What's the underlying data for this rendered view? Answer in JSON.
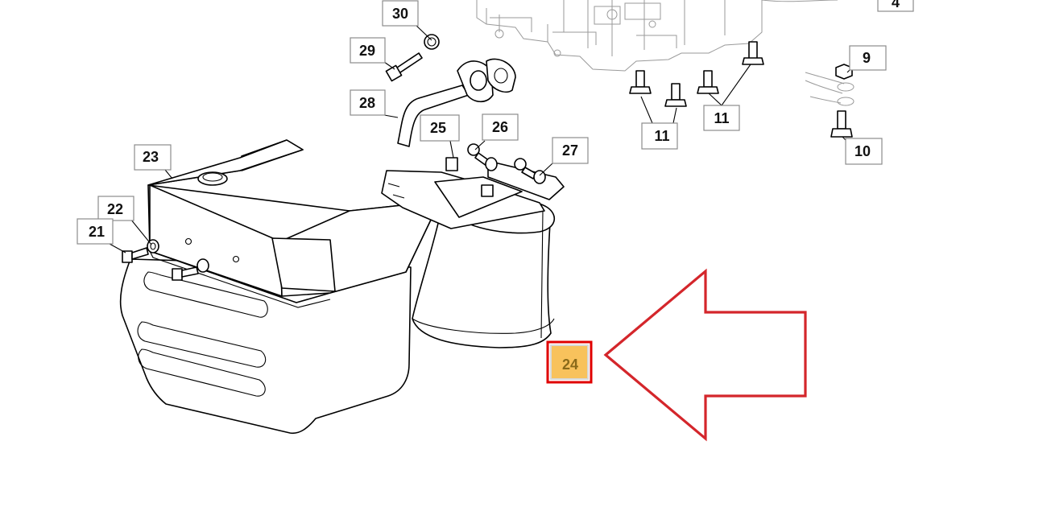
{
  "labels": {
    "p4": "4",
    "p9": "9",
    "p10": "10",
    "p11a": "11",
    "p11b": "11",
    "p21": "21",
    "p22": "22",
    "p23": "23",
    "p24": "24",
    "p25": "25",
    "p26": "26",
    "p27": "27",
    "p28": "28",
    "p29": "29",
    "p30": "30"
  },
  "highlight": {
    "part": "24",
    "box_color": "#f8c25c",
    "outline_color": "#e00000",
    "arrow_color": "#d4262b",
    "arrow_direction": "left"
  }
}
